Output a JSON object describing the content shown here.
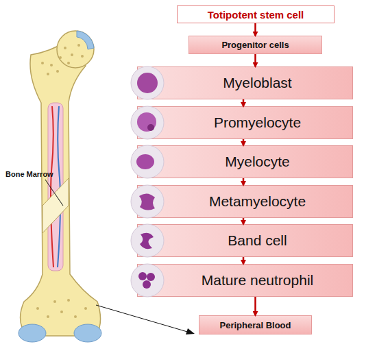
{
  "diagram": {
    "nodes": [
      {
        "text": [
          "Totipotent stem cell"
        ]
      },
      {
        "text": [
          "Progenitor cells"
        ]
      },
      {
        "text": [
          "Myeloblast"
        ]
      },
      {
        "text": [
          "Promyelocyte"
        ]
      },
      {
        "text": [
          "Myelocyte"
        ]
      },
      {
        "text": [
          "Metamyelocyte"
        ]
      },
      {
        "text": [
          "Band cell"
        ]
      },
      {
        "text": [
          "Mature neutrophil"
        ]
      },
      {
        "text": [
          "Peripheral Blood"
        ]
      }
    ],
    "edges": [
      {
        "from": 0,
        "to": 1,
        "arrow": "to"
      },
      {
        "from": 1,
        "to": 2,
        "arrow": "to"
      },
      {
        "from": 2,
        "to": 3,
        "arrow": "to"
      },
      {
        "from": 3,
        "to": 4,
        "arrow": "to"
      },
      {
        "from": 4,
        "to": 5,
        "arrow": "to"
      },
      {
        "from": 5,
        "to": 6,
        "arrow": "to"
      },
      {
        "from": 6,
        "to": 7,
        "arrow": "to"
      },
      {
        "from": 7,
        "to": 8,
        "arrow": "to"
      }
    ],
    "labels": [
      "Bone Marrow"
    ]
  }
}
